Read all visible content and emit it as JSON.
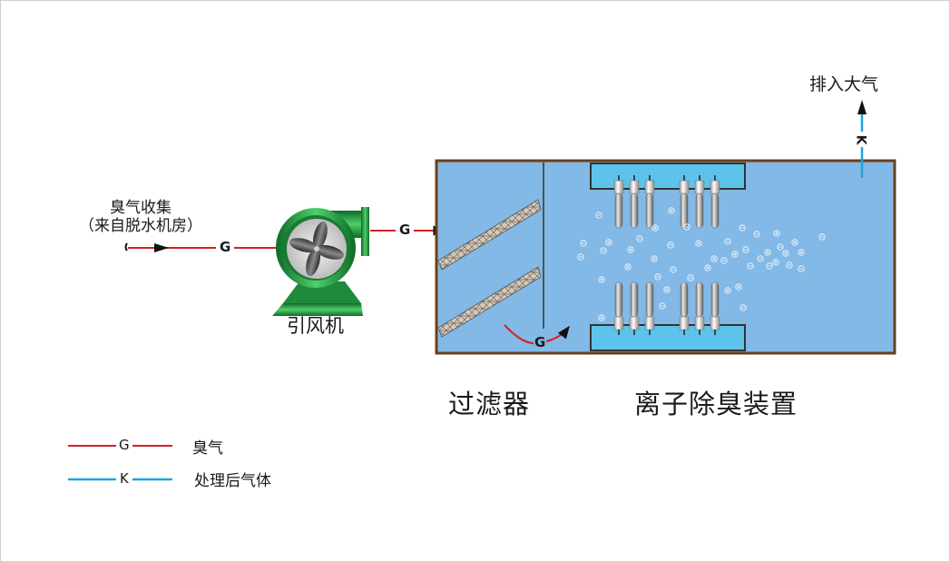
{
  "diagram": {
    "title": "离子除臭工艺流程",
    "inlet": {
      "label_line1": "臭气收集",
      "label_line2": "（来自脱水机房）"
    },
    "fan": {
      "label": "引风机"
    },
    "filter": {
      "label": "过滤器"
    },
    "ion_unit": {
      "label": "离子除臭装置"
    },
    "outlet": {
      "label": "排入大气"
    },
    "flow_markers": {
      "odor": "G",
      "treated": "K"
    },
    "colors": {
      "odor_line": "#d42020",
      "treated_line": "#1fa3e0",
      "tank_fill": "#82b9e6",
      "tank_border": "#6b3f1a",
      "electrode_plate": "#5dc3ea",
      "fan_green": "#1f8a3a"
    }
  },
  "legend": {
    "items": [
      {
        "marker": "G",
        "label": "臭气",
        "color": "#d42020"
      },
      {
        "marker": "K",
        "label": "处理后气体",
        "color": "#1fa3e0"
      }
    ]
  }
}
